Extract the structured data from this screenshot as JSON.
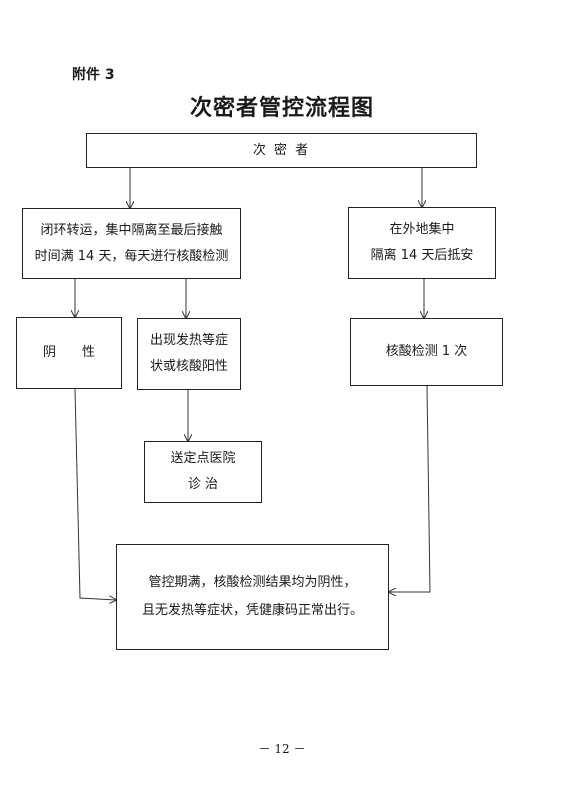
{
  "header": {
    "attachment_label": "附件 3"
  },
  "title": "次密者管控流程图",
  "nodes": {
    "root": "次 密 者",
    "left_branch": {
      "line1": "闭环转运，集中隔离至最后接触",
      "line2": "时间满 14 天，每天进行核酸检测"
    },
    "right_branch": {
      "line1": "在外地集中",
      "line2": "隔离 14 天后抵安"
    },
    "negative": "阴　　性",
    "symptoms": {
      "line1": "出现发热等症",
      "line2": "状或核酸阳性"
    },
    "nucleic_test": "核酸检测 1 次",
    "hospital": {
      "line1": "送定点医院",
      "line2": "诊  治"
    },
    "final": {
      "line1": "管控期满，核酸检测结果均为阴性，",
      "line2": "且无发热等症状，凭健康码正常出行。"
    }
  },
  "footer": {
    "page_number": "－ 12 －"
  }
}
